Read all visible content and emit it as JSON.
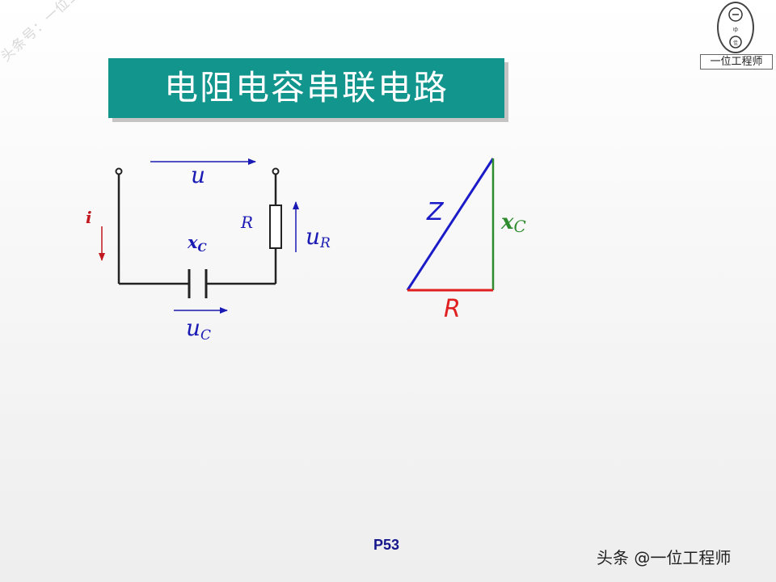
{
  "title": "电阻电容串联电路",
  "watermark": {
    "diagonal": "头条号：一位工程师",
    "footer": "头条 @一位工程师",
    "logo_caption": "一位工程师"
  },
  "page_number": "P53",
  "circuit": {
    "voltage_label": "u",
    "current_label": "i",
    "resistor_label": "R",
    "resistor_voltage": {
      "main": "u",
      "sub": "R"
    },
    "capacitor_reactance": {
      "main": "x",
      "sub": "C"
    },
    "capacitor_voltage": {
      "main": "u",
      "sub": "C"
    }
  },
  "impedance_triangle": {
    "hypotenuse_label": "Z",
    "vertical_label": {
      "main": "x",
      "sub": "C"
    },
    "base_label": "R"
  },
  "colors": {
    "title_bg": "#11958c",
    "arrow_blue": "#1a1ab4",
    "current_red": "#c0181e",
    "reactance_green": "#2e8b2e",
    "hypotenuse_blue": "#1b1bc8",
    "base_red": "#e02020"
  }
}
